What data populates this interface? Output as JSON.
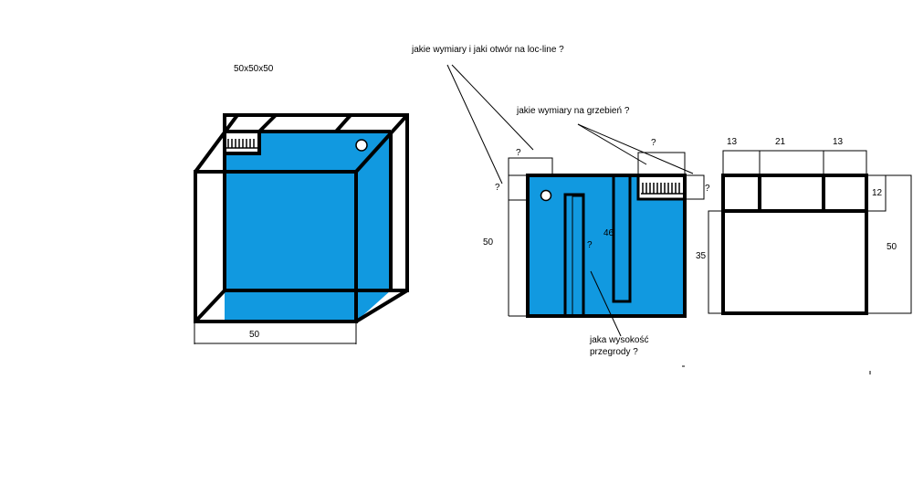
{
  "colors": {
    "water": "#1199e0",
    "line": "#000000",
    "background": "#ffffff"
  },
  "labels": {
    "dims_title": "50x50x50",
    "question_locline": "jakie wymiary i jaki otwór na loc-line ?",
    "question_comb": "jakie  wymiary na grzebień ?",
    "tank_width": "50",
    "side_height": "50",
    "side_q_top": "?",
    "side_q_left": "?",
    "side_q_comb_top": "?",
    "side_q_comb_right": "?",
    "side_q_partition": "?",
    "side_46": "46",
    "partition_question_line1": "jaka wysokość",
    "partition_question_line2": "przegrody ?",
    "top_13_left": "13",
    "top_21": "21",
    "top_13_right": "13",
    "top_12": "12",
    "top_35": "35",
    "top_50": "50"
  }
}
